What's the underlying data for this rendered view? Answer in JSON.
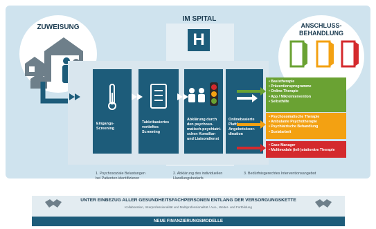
{
  "headings": {
    "zuweisung": "ZUWEISUNG",
    "im_spital": "IM SPITAL",
    "anschluss_line1": "ANSCHLUSS-",
    "anschluss_line2": "BEHANDLUNG"
  },
  "hospital_sign": "H",
  "columns": [
    {
      "lines": [
        "Eingangs-",
        "Screening"
      ]
    },
    {
      "lines": [
        "Tabletbasiertes",
        "vertieftes",
        "Screening"
      ]
    },
    {
      "lines": [
        "Abklärung durch",
        "den psychoso-",
        "matisch-psychiatri-",
        "schen Konsiliar-",
        "und Liaisondienst"
      ]
    },
    {
      "lines": [
        "Onlinebasierte",
        "Plattform zur",
        "Angebotskoor-",
        "dination"
      ]
    }
  ],
  "treatment_boxes": {
    "green": [
      "• Basistherapie",
      "• Präventionsprogramme",
      "• Online-Therapie",
      "• App / Mikrointervention",
      "• Selbsthilfe"
    ],
    "yellow": [
      "• Psychosomatische Therapie",
      "• Ambulante Psychotherapie",
      "• Psychiatrische Behandlung",
      "• Sozialarbeit"
    ],
    "red": [
      "• Case Manager",
      "• Multimodale (teil-)stationäre Therapie"
    ]
  },
  "steps": [
    {
      "lines": [
        "1. Psychosoziale Belastungen",
        "bei Patienten identifizieren"
      ]
    },
    {
      "lines": [
        "2. Abklärung des individuellen",
        "Handlungsbedarfs"
      ]
    },
    {
      "lines": [
        "3. Bedürfnisgerechtes Interventionsangebot"
      ]
    }
  ],
  "bottom": {
    "title": "UNTER EINBEZUG ALLER GESUNDHEITSFACHPERSONEN ENTLANG DER VERSORGUNGSKETTE",
    "subtitle": "Kollaboration, Interprofessionalität und Multiprofessionalität / Aus-, Weiter- und Fortbildung",
    "bar": "NEUE FINANZIERUNGSMODELLE"
  },
  "colors": {
    "navy": "#1d5c7a",
    "green": "#6aa233",
    "yellow": "#f3a112",
    "red": "#d42a2d"
  },
  "icons": [
    "houses-icon",
    "family-icon",
    "thermometer-icon",
    "tablet-icon",
    "consultation-icon",
    "traffic-light-icon",
    "door-green-icon",
    "door-yellow-icon",
    "door-red-icon",
    "handshake-icon"
  ]
}
